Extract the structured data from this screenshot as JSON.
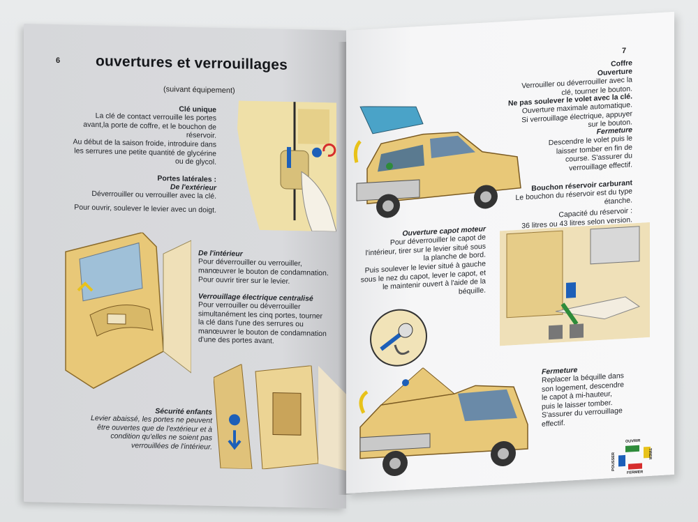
{
  "left_page": {
    "page_number": "6",
    "title": "ouvertures et verrouillages",
    "subtitle": "(suivant équipement)",
    "cle_unique_heading": "Clé unique",
    "cle_unique_text": "La clé de contact verrouille les portes\navant,la porte de coffre, et le bouchon de\nréservoir.",
    "saison_text": "Au début de la saison froide, introduire dans\nles serrures une petite quantité de glycérine\nou de glycol.",
    "portes_laterales_heading": "Portes latérales :",
    "de_exterieur_heading": "De l'extérieur",
    "exterieur_text": "Déverrouiller ou verrouiller avec la clé.",
    "pour_ouvrir_text": "Pour ouvrir, soulever le levier avec un doigt.",
    "de_interieur_heading": "De l'intérieur",
    "interieur_text": "Pour déverrouiller ou verrouiller,\nmanœuvrer le bouton de condamnation.",
    "pour_ouvrir_tirer": "Pour ouvrir tirer sur le levier.",
    "verrouillage_heading": "Verrouillage électrique centralisé",
    "verrouillage_text": "Pour verrouiller ou déverrouiller\nsimultanément les cinq portes, tourner\nla clé dans l'une des serrures ou\nmanœuvrer le bouton de condamnation\nd'une des portes avant.",
    "securite_heading": "Sécurité enfants",
    "securite_text": "Levier abaissé, les portes ne peuvent\nêtre ouvertes que de l'extérieur et à\ncondition qu'elles ne soient pas\nverrouillées de l'intérieur."
  },
  "right_page": {
    "page_number": "7",
    "coffre_heading": "Coffre",
    "ouverture_heading": "Ouverture",
    "ouverture_text": "Verrouiller ou déverrouiller avec la\nclé, tourner le bouton.",
    "ne_pas_heading": "Ne pas soulever le volet avec la clé.",
    "ouverture_max_text": "Ouverture maximale automatique.\nSi verrouillage électrique, appuyer\nsur le bouton.",
    "fermeture_heading": "Fermeture",
    "fermeture_text": "Descendre le volet puis le\nlaisser tomber en fin de\ncourse. S'assurer du\nverrouillage effectif.",
    "bouchon_heading": "Bouchon réservoir carburant",
    "bouchon_text": "Le bouchon du réservoir est du type\nétanche.",
    "capacite_text": "Capacité du réservoir :\n36 litres ou 43 litres selon version.",
    "capot_heading": "Ouverture capot moteur",
    "capot_text": "Pour déverrouiller le capot de\nl'intérieur, tirer sur le levier situé sous\nla planche de bord.",
    "puis_text": "Puis soulever le levier situé à gauche\nsous le nez du capot, lever le capot, et\nle maintenir ouvert à l'aide de la\nbéquille.",
    "fermeture2_heading": "Fermeture",
    "fermeture2_text": "Replacer la béquille dans\nson logement, descendre\nle capot à mi-hauteur,\npuis le laisser tomber.\nS'assurer du verrouillage\neffectif.",
    "legend": {
      "ouvrir": "OUVRIR",
      "tirer": "TIRER",
      "pousser": "POUSSER",
      "fermer": "FERMER",
      "colors": {
        "ouvrir": "#2e8b3a",
        "tirer": "#e8c21a",
        "pousser": "#1d5fb8",
        "fermer": "#d62d2d"
      }
    }
  }
}
